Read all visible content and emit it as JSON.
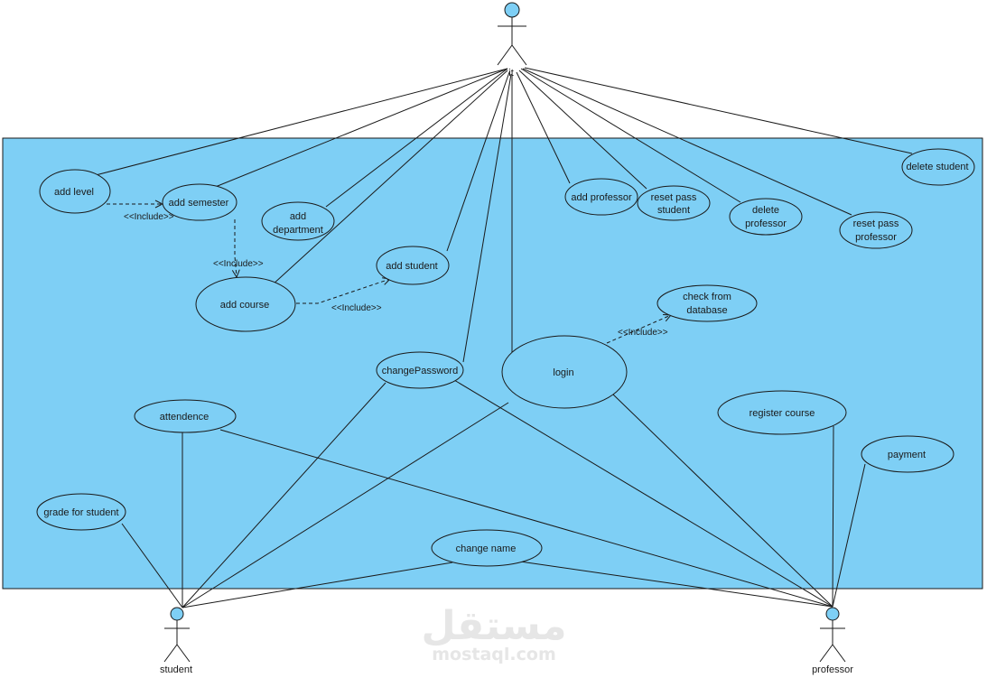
{
  "colors": {
    "system_fill": "#7ecff5",
    "usecase_fill": "#7ecff5",
    "actor_head_fill": "#7ecff5",
    "line": "#1a1a1a",
    "watermark": "#e6e6e6"
  },
  "actors": {
    "it": "it",
    "student": "student",
    "professor": "professor"
  },
  "use_cases": {
    "add_level": [
      "add level"
    ],
    "add_semester": [
      "add semester"
    ],
    "add_department": [
      "add",
      "department"
    ],
    "add_course": [
      "add course"
    ],
    "add_student": [
      "add student"
    ],
    "add_professor": [
      "add professor"
    ],
    "reset_pass_student": [
      "reset pass",
      "student"
    ],
    "delete_professor": [
      "delete",
      "professor"
    ],
    "reset_pass_professor": [
      "reset pass",
      "professor"
    ],
    "delete_student": [
      "delete student"
    ],
    "check_from_database": [
      "check from",
      "database"
    ],
    "change_password": [
      "changePassword"
    ],
    "login": [
      "login"
    ],
    "attendence": [
      "attendence"
    ],
    "register_course": [
      "register course"
    ],
    "payment": [
      "payment"
    ],
    "grade_for_student": [
      "grade for student"
    ],
    "change_name": [
      "change name"
    ]
  },
  "include_label": "<<Include>>",
  "watermark": {
    "arabic": "مستقل",
    "latin": "mostaql.com"
  }
}
